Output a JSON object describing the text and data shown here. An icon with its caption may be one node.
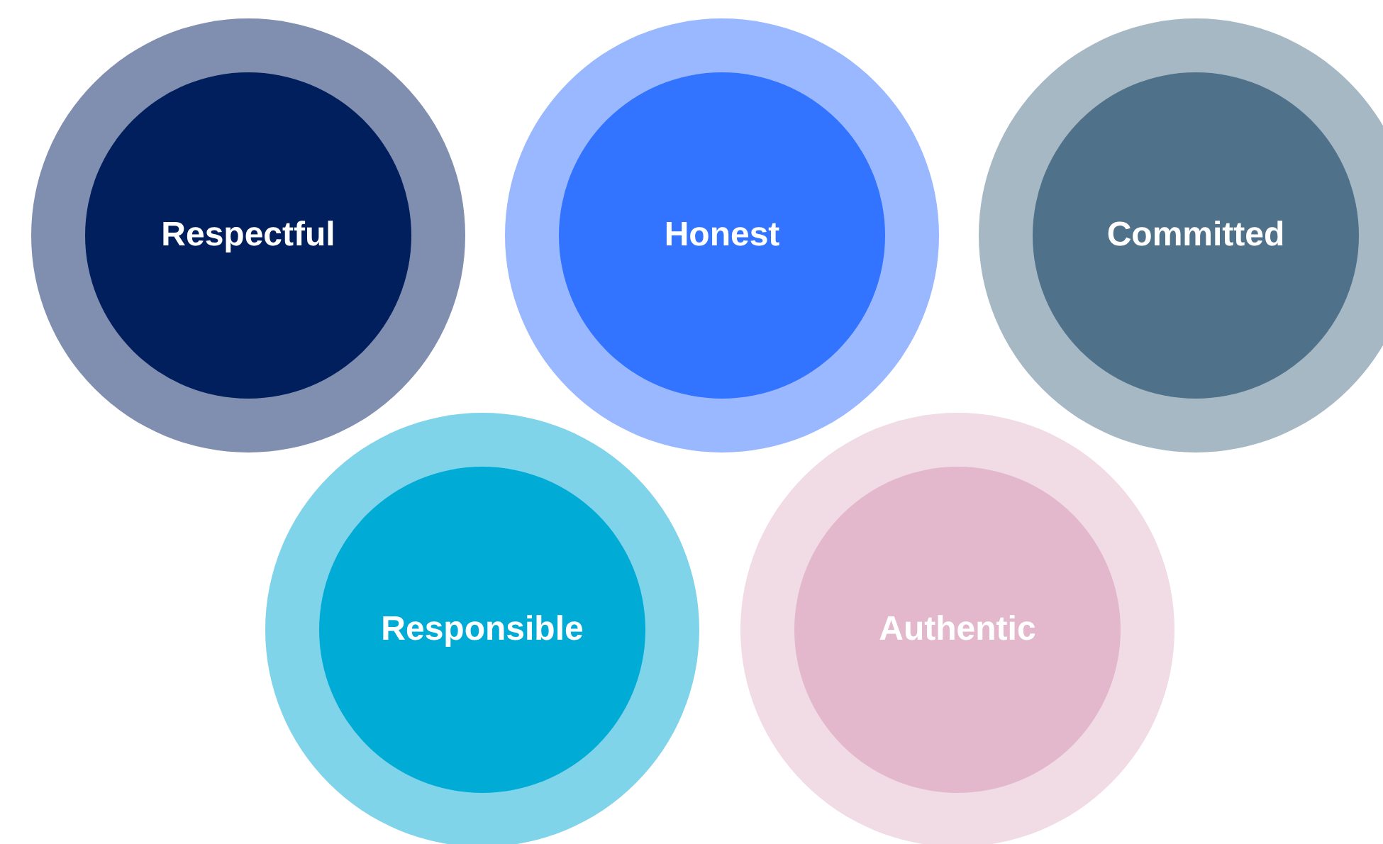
{
  "diagram": {
    "nodes": [
      {
        "text": [
          "Respectful"
        ]
      },
      {
        "text": [
          "Honest"
        ]
      },
      {
        "text": [
          "Committed"
        ]
      },
      {
        "text": [
          "Responsible"
        ]
      },
      {
        "text": [
          "Authentic"
        ]
      }
    ]
  }
}
